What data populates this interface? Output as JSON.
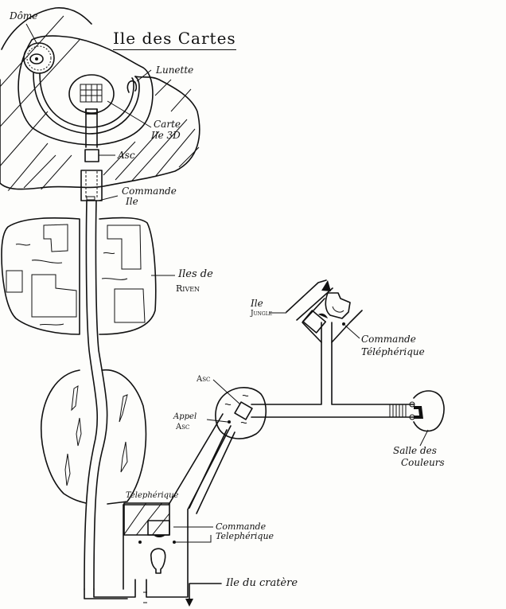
{
  "title": "Ile des Cartes",
  "labels": {
    "dome": "Dôme",
    "lunette": "Lunette",
    "carte_line1": "Carte",
    "carte_line2": "Ile 3D",
    "asc_top": "Asc",
    "commande_ile_line1": "Commande",
    "commande_ile_line2": "Ile",
    "iles_riven_line1": "Iles de",
    "iles_riven_line2": "Riven",
    "ile_jungle_line1": "Ile",
    "ile_jungle_line2": "Jungle",
    "commande_teleph_top_line1": "Commande",
    "commande_teleph_top_line2": "Téléphérique",
    "asc_mid": "Asc",
    "appel_asc_line1": "Appel",
    "appel_asc_line2": "Asc",
    "salle_line1": "Salle des",
    "salle_line2": "Couleurs",
    "telepherique": "Telephérique",
    "commande_teleph_bottom_line1": "Commande",
    "commande_teleph_bottom_line2": "Telephérique",
    "ile_cratere": "Ile du cratère"
  },
  "icons": {
    "arrow_up": "arrow-to-ile-jungle",
    "arrow_down": "arrow-to-ile-du-cratere"
  }
}
